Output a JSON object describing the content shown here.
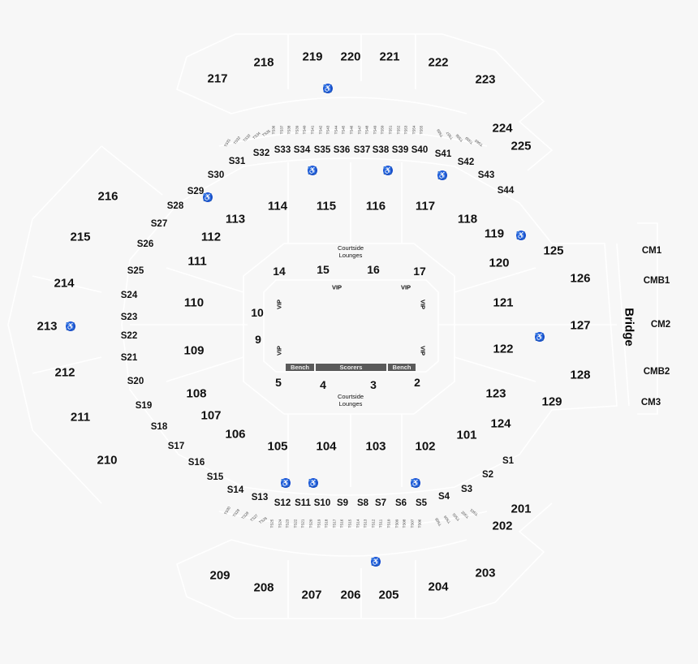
{
  "upper_200_top": [
    "217",
    "218",
    "219",
    "220",
    "221",
    "222",
    "223",
    "224",
    "225"
  ],
  "upper_200_left": [
    "216",
    "215",
    "214",
    "213",
    "212",
    "211",
    "210"
  ],
  "upper_200_bottom": [
    "209",
    "208",
    "207",
    "206",
    "205",
    "204",
    "203",
    "202",
    "201"
  ],
  "suites_s": [
    "S1",
    "S2",
    "S3",
    "S4",
    "S5",
    "S6",
    "S7",
    "S8",
    "S9",
    "S10",
    "S11",
    "S12",
    "S13",
    "S14",
    "S15",
    "S16",
    "S17",
    "S18",
    "S19",
    "S20",
    "S21",
    "S22",
    "S23",
    "S24",
    "S25",
    "S26",
    "S27",
    "S28",
    "S29",
    "S30",
    "S31",
    "S32",
    "S33",
    "S34",
    "S35",
    "S36",
    "S37",
    "S38",
    "S39",
    "S40",
    "S41",
    "S42",
    "S43",
    "S44"
  ],
  "lower_100": [
    "101",
    "102",
    "103",
    "104",
    "105",
    "106",
    "107",
    "108",
    "109",
    "110",
    "111",
    "112",
    "113",
    "114",
    "115",
    "116",
    "117",
    "118",
    "119",
    "120",
    "121",
    "122",
    "123",
    "124",
    "125",
    "126",
    "127",
    "128",
    "129"
  ],
  "club_cm": [
    "CM1",
    "CMB1",
    "CM2",
    "CMB2",
    "CM3"
  ],
  "bridge_label": "Bridge",
  "courtside": [
    "2",
    "3",
    "4",
    "5",
    "9",
    "10",
    "14",
    "15",
    "16",
    "17"
  ],
  "courtside_lounges": "Courtside Lounges",
  "vip_label": "VIP",
  "bench_label": "Bench",
  "scorers_label": "Scorers",
  "tiny_suites_top": [
    "TS31",
    "TS32",
    "TS33",
    "TS34",
    "TS35",
    "TS36",
    "TS37",
    "TS38",
    "TS39",
    "TS40",
    "TS41",
    "TS42",
    "TS43",
    "TS44",
    "TS45",
    "TS46",
    "TS47",
    "TS48",
    "TS49",
    "TS50",
    "TS51",
    "TS52",
    "TS53",
    "TS54",
    "TS55",
    "TS56",
    "TS57",
    "TS58",
    "TS59",
    "TS60"
  ],
  "tiny_suites_bottom": [
    "TS30",
    "TS29",
    "TS28",
    "TS27",
    "TS26",
    "TS25",
    "TS24",
    "TS23",
    "TS22",
    "TS21",
    "TS20",
    "TS19",
    "TS18",
    "TS17",
    "TS16",
    "TS15",
    "TS14",
    "TS13",
    "TS12",
    "TS11",
    "TS10",
    "TS09",
    "TS08",
    "TS07",
    "TS06",
    "TS05",
    "TS04",
    "TS03",
    "TS02",
    "TS01"
  ],
  "wheelchair_icon": "accessible-seating-icon",
  "colors": {
    "background": "#f7f7f7",
    "lines": "#ffffff",
    "accessible": "#1a4fd6",
    "bench_bar": "#5a5a5a"
  }
}
